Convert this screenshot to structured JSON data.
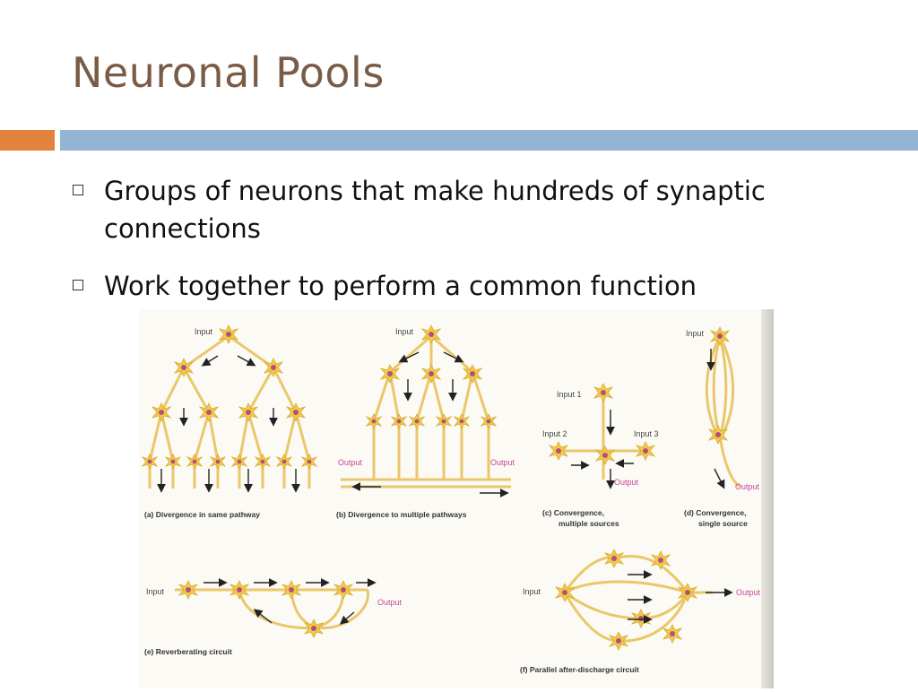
{
  "slide": {
    "title": "Neuronal Pools",
    "bullets": [
      "Groups of neurons that make hundreds of synaptic connections",
      "Work together to perform a common function"
    ]
  },
  "figure": {
    "panel_a": {
      "caption": "(a) Divergence in same pathway",
      "input": "Input"
    },
    "panel_b": {
      "caption": "(b) Divergence to multiple pathways",
      "input": "Input",
      "output_left": "Output",
      "output_right": "Output"
    },
    "panel_c": {
      "caption_line1": "(c) Convergence,",
      "caption_line2": "multiple sources",
      "input1": "Input 1",
      "input2": "Input 2",
      "input3": "Input 3",
      "output": "Output"
    },
    "panel_d": {
      "caption_line1": "(d) Convergence,",
      "caption_line2": "single source",
      "input": "Input",
      "output": "Output"
    },
    "panel_e": {
      "caption": "(e) Reverberating circuit",
      "input": "Input",
      "output": "Output"
    },
    "panel_f": {
      "caption": "(f) Parallel after-discharge circuit",
      "input": "Input",
      "output": "Output"
    }
  },
  "colors": {
    "title": "#7a5c46",
    "accent_orange": "#e2823c",
    "accent_blue": "#93b5d3",
    "neuron": "#f2c94c",
    "nucleus": "#b0527a",
    "output_label": "#c6479a"
  }
}
